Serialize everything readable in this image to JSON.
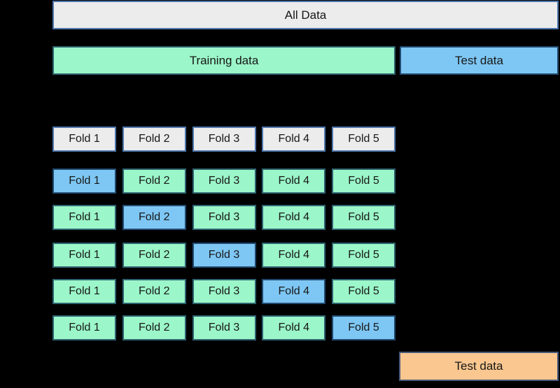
{
  "colors": {
    "text": "#171717",
    "gray_fill": "#ececec",
    "gray_border": "#4f77ad",
    "green_fill": "#9bf6c9",
    "green_border": "#2e6370",
    "blue_fill": "#7ec7f4",
    "blue_border": "#224a70",
    "orange_fill": "#f9c78f",
    "orange_border": "#47597a",
    "background": "#000000"
  },
  "top_bar": {
    "label": "All Data"
  },
  "train_test_row": {
    "training_label": "Training data",
    "test_label": "Test data"
  },
  "fold_headers": [
    "Fold 1",
    "Fold 2",
    "Fold 3",
    "Fold 4",
    "Fold 5"
  ],
  "splits": [
    {
      "test_fold_index": 0,
      "cells": [
        "Fold 1",
        "Fold 2",
        "Fold 3",
        "Fold 4",
        "Fold 5"
      ]
    },
    {
      "test_fold_index": 1,
      "cells": [
        "Fold 1",
        "Fold 2",
        "Fold 3",
        "Fold 4",
        "Fold 5"
      ]
    },
    {
      "test_fold_index": 2,
      "cells": [
        "Fold 1",
        "Fold 2",
        "Fold 3",
        "Fold 4",
        "Fold 5"
      ]
    },
    {
      "test_fold_index": 3,
      "cells": [
        "Fold 1",
        "Fold 2",
        "Fold 3",
        "Fold 4",
        "Fold 5"
      ]
    },
    {
      "test_fold_index": 4,
      "cells": [
        "Fold 1",
        "Fold 2",
        "Fold 3",
        "Fold 4",
        "Fold 5"
      ]
    }
  ],
  "bottom_bar": {
    "label": "Test data"
  }
}
